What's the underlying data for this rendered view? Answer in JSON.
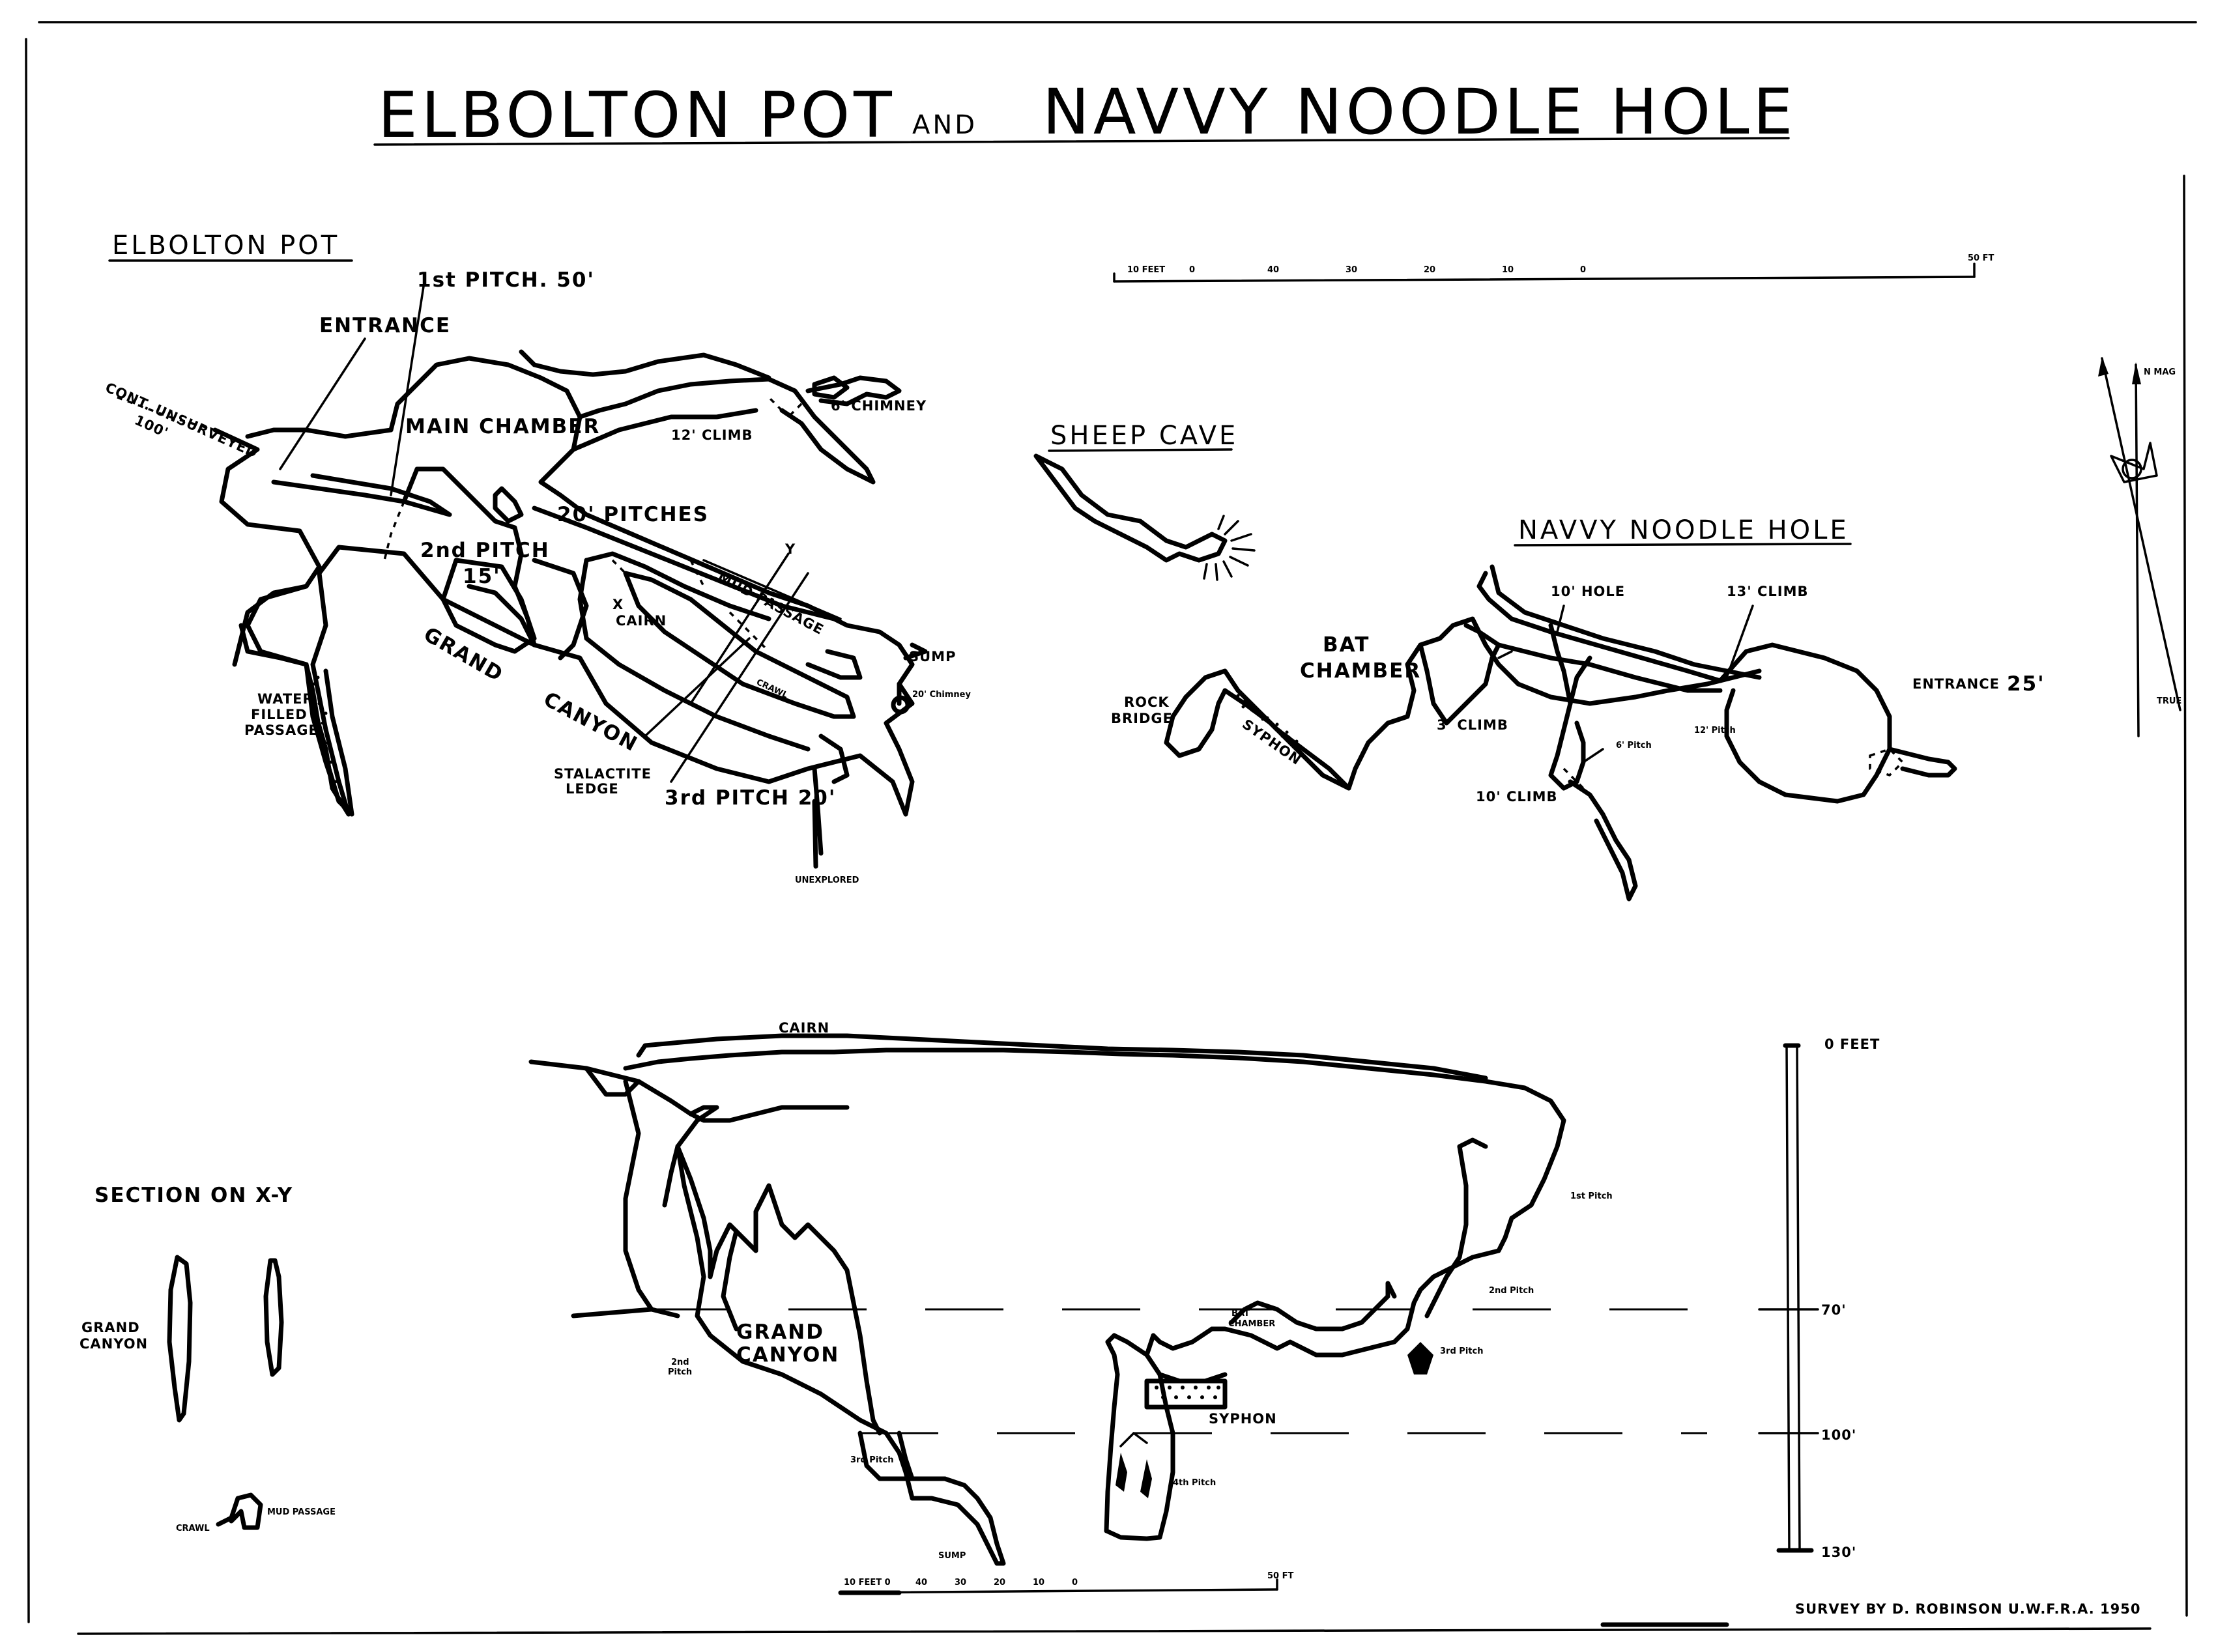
{
  "title": {
    "main": "ELBOLTON POT",
    "and": "AND",
    "second": "NAVVY NOODLE HOLE"
  },
  "elbolton_plan": {
    "heading": "ELBOLTON POT",
    "labels": {
      "first_pitch": "1st PITCH. 50'",
      "entrance": "ENTRANCE",
      "main_chamber": "MAIN CHAMBER",
      "climb_12": "12' CLIMB",
      "chimney_6": "6' CHIMNEY",
      "cont_unsurveyed": "CONT. UNSURVEYED",
      "cont_distance": "100'",
      "pitches_20": "20' PITCHES",
      "second_pitch": "2nd PITCH",
      "second_pitch_depth": "15'",
      "mud_passage": "MUD PASSAGE",
      "cairn": "CAIRN",
      "x_mark": "X",
      "y_mark": "Y",
      "grand": "GRAND",
      "canyon": "CANYON",
      "water": "WATER",
      "filled": "FILLED",
      "passage": "PASSAGE",
      "crawl": "CRAWL",
      "sump": "SUMP",
      "chimney_20": "20' Chimney",
      "stalactite": "STALACTITE",
      "ledge": "LEDGE",
      "third_pitch": "3rd PITCH 20'",
      "unexplored": "UNEXPLORED"
    }
  },
  "plan_scale": {
    "ticks": [
      "10 FEET",
      "0",
      "40",
      "30",
      "20",
      "10",
      "0"
    ],
    "end_label": "50 FT"
  },
  "sheep_cave": {
    "heading": "SHEEP CAVE"
  },
  "navvy_plan": {
    "heading": "NAVVY NOODLE HOLE",
    "labels": {
      "hole_10": "10' HOLE",
      "climb_13": "13' CLIMB",
      "bat": "BAT",
      "chamber": "CHAMBER",
      "rock": "ROCK",
      "bridge": "BRIDGE",
      "syphon": "SYPHON",
      "climb_3": "3' CLIMB",
      "climb_10": "10' CLIMB",
      "entrance": "ENTRANCE",
      "entrance_depth": "25'",
      "pitch_6": "6' Pitch",
      "pitch_12": "12' Pitch"
    }
  },
  "north": {
    "mag": "N MAG",
    "true": "TRUE"
  },
  "section": {
    "heading": "SECTION ON X-Y",
    "grand": "GRAND",
    "canyon": "CANYON",
    "crawl": "CRAWL",
    "mud_passage": "MUD PASSAGE",
    "labels": {
      "cairn": "CAIRN",
      "grand": "GRAND",
      "canyon": "CANYON",
      "pitch_1st": "1st Pitch",
      "pitch_2nd_left": "2nd",
      "pitch_2nd_left_b": "Pitch",
      "pitch_3rd_left": "3rd Pitch",
      "sump": "SUMP",
      "bat_chamber_a": "BAT",
      "bat_chamber_b": "CHAMBER",
      "syphon": "SYPHON",
      "pitch_2nd_right": "2nd Pitch",
      "pitch_3rd_right": "3rd Pitch",
      "pitch_4th": "4th Pitch"
    },
    "depth_scale": [
      "0 FEET",
      "70'",
      "100'",
      "130'"
    ]
  },
  "section_scale": {
    "ticks": [
      "10 FEET 0",
      "40",
      "30",
      "20",
      "10",
      "0"
    ],
    "end_label": "50 FT"
  },
  "credit": "SURVEY BY D. ROBINSON U.W.F.R.A. 1950"
}
